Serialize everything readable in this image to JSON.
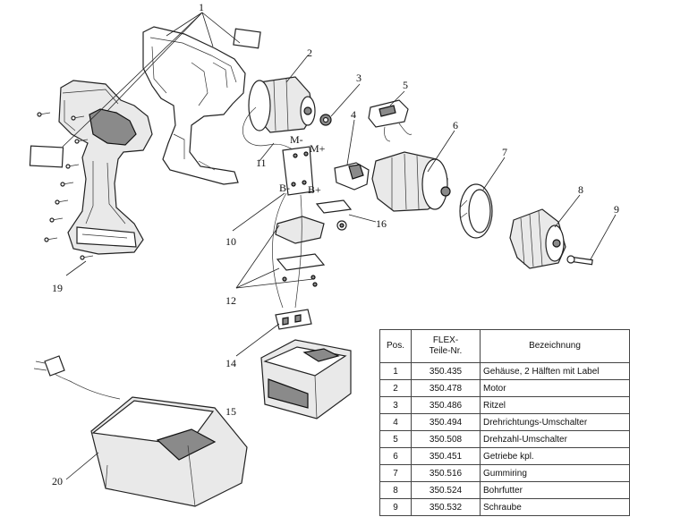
{
  "callouts": {
    "c1": "1",
    "c2": "2",
    "c3": "3",
    "c4": "4",
    "c5": "5",
    "c6": "6",
    "c7": "7",
    "c8": "8",
    "c9": "9",
    "c10": "10",
    "c11": "11",
    "c12": "12",
    "c14": "14",
    "c15": "15",
    "c16": "16",
    "c19": "19",
    "c20": "20"
  },
  "table": {
    "headers": {
      "pos": "Pos.",
      "nr_line1": "FLEX-",
      "nr_line2": "Teile-Nr.",
      "name": "Bezeichnung"
    },
    "rows": [
      {
        "pos": "1",
        "nr": "350.435",
        "name": "Gehäuse, 2 Hälften mit Label"
      },
      {
        "pos": "2",
        "nr": "350.478",
        "name": "Motor"
      },
      {
        "pos": "3",
        "nr": "350.486",
        "name": "Ritzel"
      },
      {
        "pos": "4",
        "nr": "350.494",
        "name": "Drehrichtungs-Umschalter"
      },
      {
        "pos": "5",
        "nr": "350.508",
        "name": "Drehzahl-Umschalter"
      },
      {
        "pos": "6",
        "nr": "350.451",
        "name": "Getriebe kpl."
      },
      {
        "pos": "7",
        "nr": "350.516",
        "name": "Gummiring"
      },
      {
        "pos": "8",
        "nr": "350.524",
        "name": "Bohrfutter"
      },
      {
        "pos": "9",
        "nr": "350.532",
        "name": "Schraube"
      }
    ]
  },
  "wire_labels": {
    "m_minus": "M-",
    "m_plus": "M+",
    "b_minus": "B-",
    "b_plus": "B+"
  }
}
